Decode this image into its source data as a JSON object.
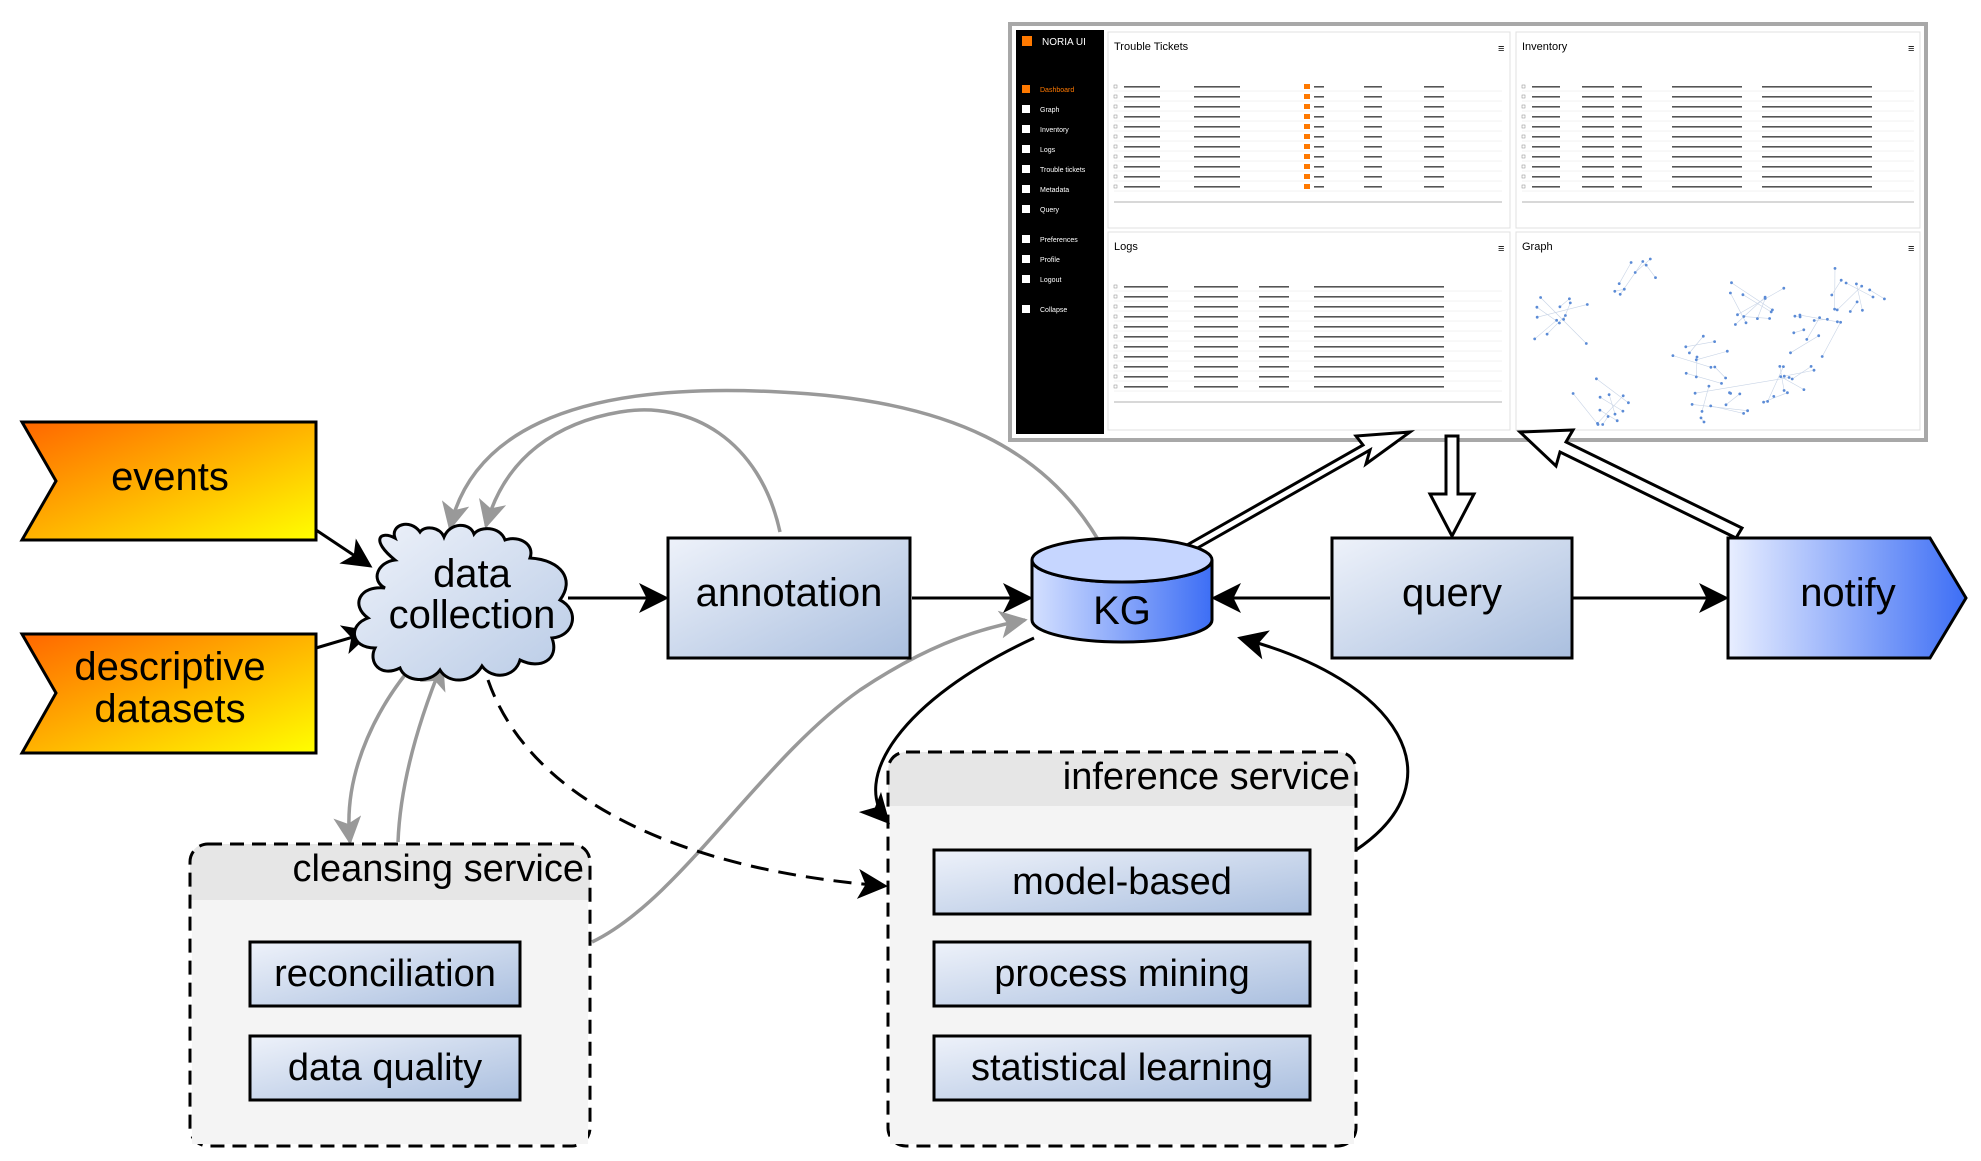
{
  "inputs": {
    "events": "events",
    "descriptive_datasets": [
      "descriptive",
      "datasets"
    ]
  },
  "nodes": {
    "data_collection": [
      "data",
      "collection"
    ],
    "annotation": "annotation",
    "kg": "KG",
    "query": "query",
    "notify": "notify"
  },
  "cleansing_service": {
    "title": "cleansing service",
    "items": [
      "reconciliation",
      "data quality"
    ]
  },
  "inference_service": {
    "title": "inference service",
    "items": [
      "model-based",
      "process mining",
      "statistical learning"
    ]
  },
  "dashboard": {
    "app_title": "NORIA UI",
    "nav": [
      "Dashboard",
      "Graph",
      "Inventory",
      "Logs",
      "Trouble tickets",
      "Metadata",
      "Query",
      "Preferences",
      "Profile",
      "Logout",
      "Collapse"
    ],
    "panels": [
      "Trouble Tickets",
      "Inventory",
      "Logs",
      "Graph"
    ]
  },
  "colors": {
    "input_gradient_start": "#ff6600",
    "input_gradient_end": "#ffff00",
    "box_gradient_start": "#eef2fa",
    "box_gradient_end": "#aabfdf",
    "kg_gradient_start": "#d4e0ff",
    "kg_gradient_end": "#3d6ef5",
    "service_bg": "#f4f4f4",
    "accent_orange": "#ff7900"
  }
}
